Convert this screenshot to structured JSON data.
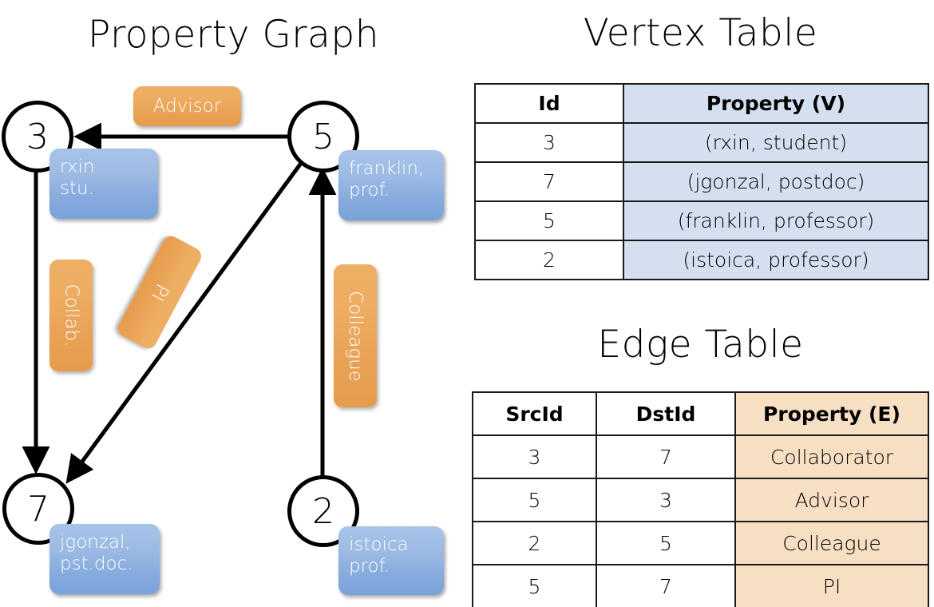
{
  "titles": {
    "property_graph": "Property Graph",
    "vertex_table": "Vertex Table",
    "edge_table": "Edge Table"
  },
  "colors": {
    "vertex_property_fill": "#d4dff0",
    "edge_property_fill": "#f7dfc4",
    "node_property_box": "#8fb2e0",
    "edge_label_box": "#eba757",
    "stroke": "#000000"
  },
  "graph": {
    "nodes": [
      {
        "id": "3",
        "property": "rxin\nstu.",
        "property_line1": "rxin",
        "property_line2": "stu."
      },
      {
        "id": "5",
        "property": "franklin, prof.",
        "property_line1": "franklin,",
        "property_line2": "prof."
      },
      {
        "id": "7",
        "property": "jgonzal, pst.doc.",
        "property_line1": "jgonzal,",
        "property_line2": "pst.doc."
      },
      {
        "id": "2",
        "property": "istoica prof.",
        "property_line1": "istoica",
        "property_line2": "prof."
      }
    ],
    "edges": [
      {
        "src": "5",
        "dst": "3",
        "label": "Advisor"
      },
      {
        "src": "3",
        "dst": "7",
        "label": "Collab."
      },
      {
        "src": "5",
        "dst": "7",
        "label": "PI"
      },
      {
        "src": "2",
        "dst": "5",
        "label": "Colleague"
      }
    ]
  },
  "vertex_table": {
    "headers": [
      "Id",
      "Property (V)"
    ],
    "rows": [
      {
        "id": "3",
        "property": "(rxin, student)"
      },
      {
        "id": "7",
        "property": "(jgonzal, postdoc)"
      },
      {
        "id": "5",
        "property": "(franklin, professor)"
      },
      {
        "id": "2",
        "property": "(istoica, professor)"
      }
    ]
  },
  "edge_table": {
    "headers": [
      "SrcId",
      "DstId",
      "Property (E)"
    ],
    "rows": [
      {
        "src": "3",
        "dst": "7",
        "property": "Collaborator"
      },
      {
        "src": "5",
        "dst": "3",
        "property": "Advisor"
      },
      {
        "src": "2",
        "dst": "5",
        "property": "Colleague"
      },
      {
        "src": "5",
        "dst": "7",
        "property": "PI"
      }
    ]
  }
}
